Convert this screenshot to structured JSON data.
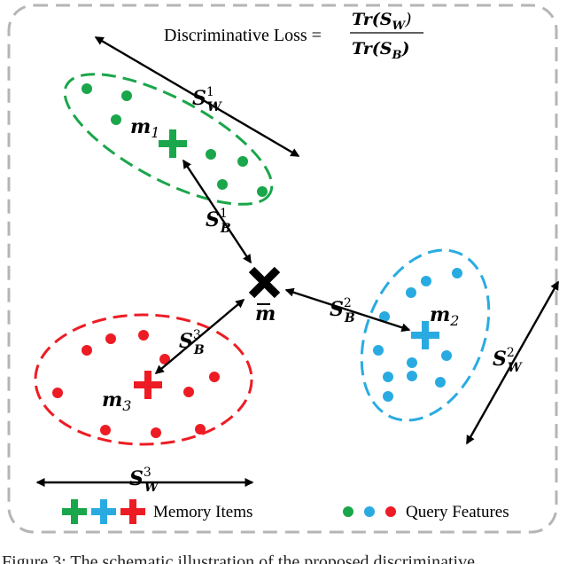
{
  "title": {
    "lhs": "Discriminative Loss =",
    "numerator": "Tr(S",
    "numerator_sub": "W",
    "numerator_close": ")",
    "denominator": "Tr(S",
    "denominator_sub": "B",
    "denominator_close": ")"
  },
  "clusters": [
    {
      "id": 1,
      "name": "m",
      "index": "1",
      "color": "#1aa64a",
      "sw_label": "S",
      "sw_sup": "1",
      "sw_sub": "W",
      "sb_label": "S",
      "sb_sup": "1",
      "sb_sub": "B"
    },
    {
      "id": 2,
      "name": "m",
      "index": "2",
      "color": "#29abe2",
      "sw_label": "S",
      "sw_sup": "2",
      "sw_sub": "W",
      "sb_label": "S",
      "sb_sup": "2",
      "sb_sub": "B"
    },
    {
      "id": 3,
      "name": "m",
      "index": "3",
      "color": "#ed1c24",
      "sw_label": "S",
      "sw_sup": "3",
      "sw_sub": "W",
      "sb_label": "S",
      "sb_sup": "3",
      "sb_sub": "B"
    }
  ],
  "global_mean": {
    "label": "m"
  },
  "legend": {
    "memory_items": "Memory Items",
    "query_features": "Query Features"
  },
  "caption": "Figure 3: The schematic illustration of the proposed discriminative"
}
